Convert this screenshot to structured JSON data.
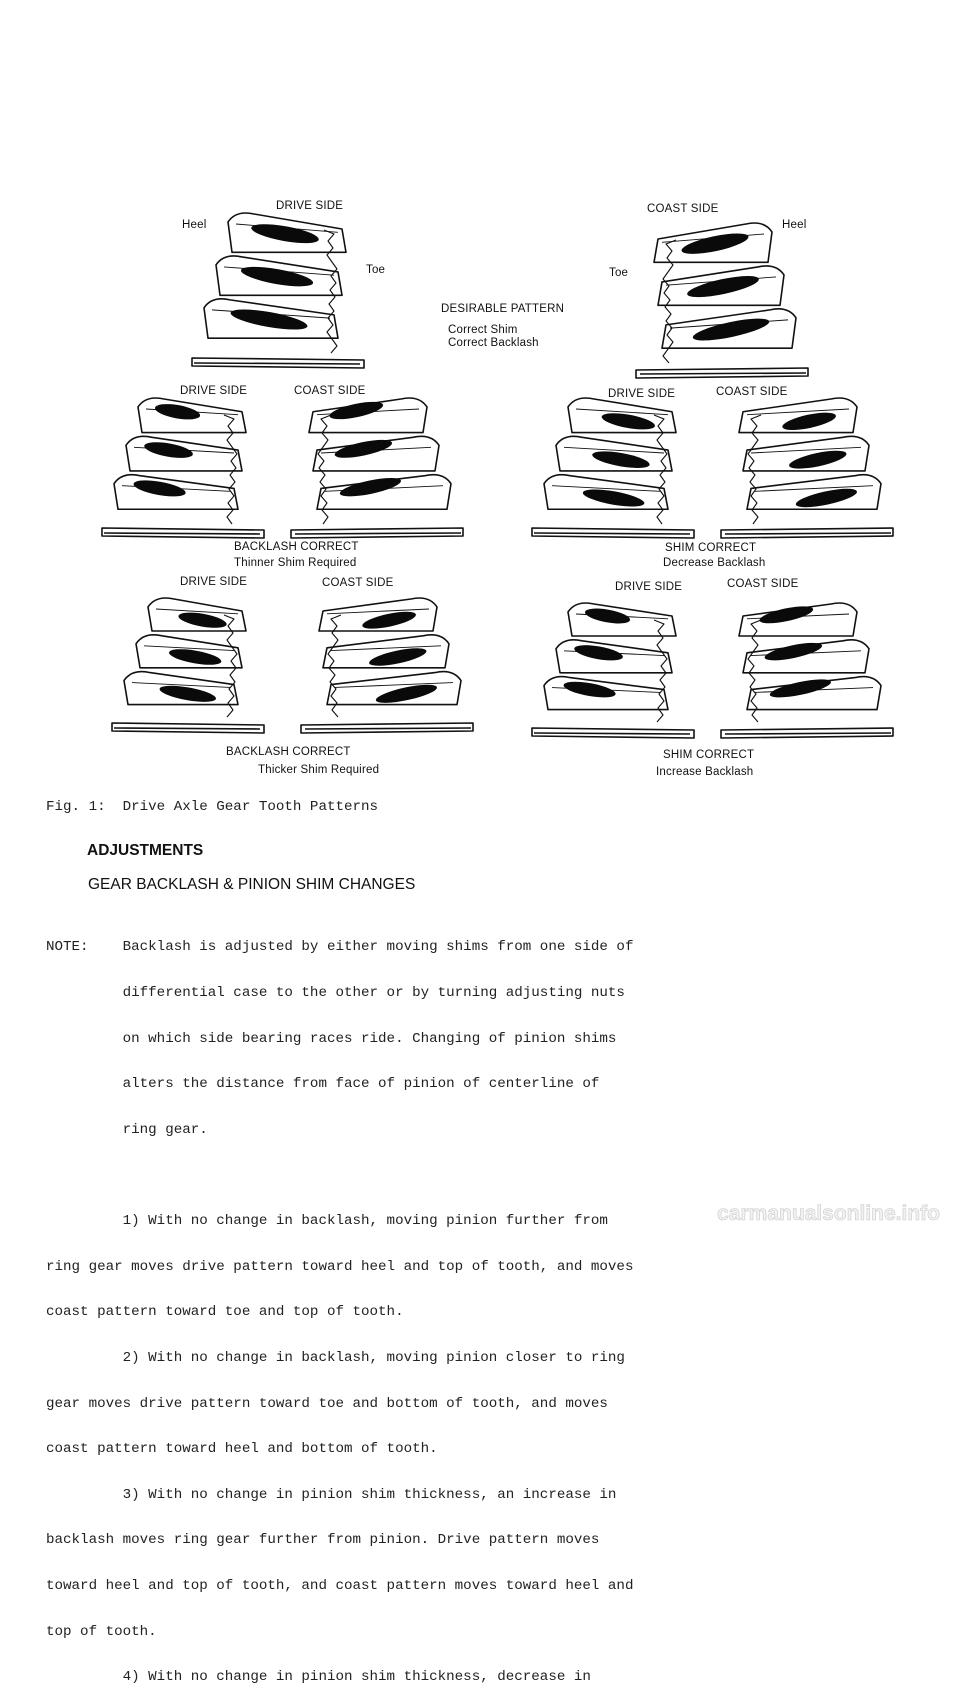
{
  "figure": {
    "top_drive_side": "DRIVE SIDE",
    "top_heel_left": "Heel",
    "top_toe_left": "Toe",
    "top_coast_side": "COAST SIDE",
    "top_heel_right": "Heel",
    "top_toe_right": "Toe",
    "desirable_title": "DESIRABLE PATTERN",
    "desirable_line1": "Correct Shim",
    "desirable_line2": "Correct Backlash",
    "mid_left_drive": "DRIVE SIDE",
    "mid_left_coast": "COAST SIDE",
    "mid_left_title": "BACKLASH CORRECT",
    "mid_left_sub": "Thinner Shim Required",
    "mid_right_drive": "DRIVE SIDE",
    "mid_right_coast": "COAST SIDE",
    "mid_right_title": "SHIM CORRECT",
    "mid_right_sub": "Decrease Backlash",
    "bot_left_drive": "DRIVE SIDE",
    "bot_left_coast": "COAST SIDE",
    "bot_left_title": "BACKLASH CORRECT",
    "bot_left_sub": "Thicker Shim Required",
    "bot_right_drive": "DRIVE SIDE",
    "bot_right_coast": "COAST SIDE",
    "bot_right_title": "SHIM CORRECT",
    "bot_right_sub": "Increase Backlash"
  },
  "caption": "Fig. 1:  Drive Axle Gear Tooth Patterns",
  "section": {
    "heading": "ADJUSTMENTS",
    "subheading": "GEAR BACKLASH & PINION SHIM CHANGES"
  },
  "body_lines": [
    "NOTE:    Backlash is adjusted by either moving shims from one side of",
    "         differential case to the other or by turning adjusting nuts",
    "         on which side bearing races ride. Changing of pinion shims",
    "         alters the distance from face of pinion of centerline of",
    "         ring gear.",
    "",
    "         1) With no change in backlash, moving pinion further from",
    "ring gear moves drive pattern toward heel and top of tooth, and moves",
    "coast pattern toward toe and top of tooth.",
    "         2) With no change in backlash, moving pinion closer to ring",
    "gear moves drive pattern toward toe and bottom of tooth, and moves",
    "coast pattern toward heel and bottom of tooth.",
    "         3) With no change in pinion shim thickness, an increase in",
    "backlash moves ring gear further from pinion. Drive pattern moves",
    "toward heel and top of tooth, and coast pattern moves toward heel and",
    "top of tooth.",
    "         4) With no change in pinion shim thickness, decrease in"
  ],
  "watermark": "carmanualsonline.info"
}
